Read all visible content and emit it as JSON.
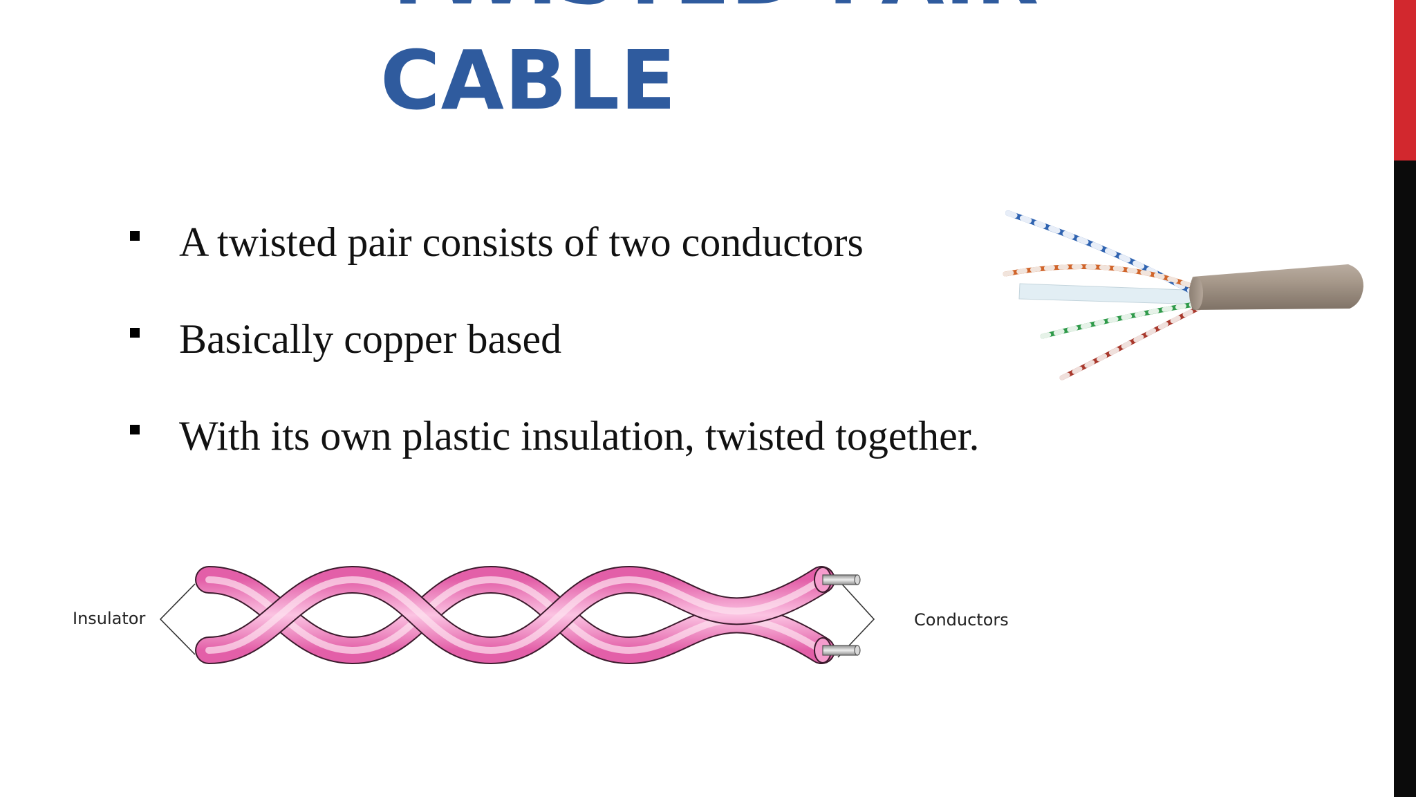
{
  "slide": {
    "title_lines": [
      "TWISTED PAIR",
      "CABLE"
    ],
    "bullets": [
      "A twisted pair consists of two conductors",
      "Basically copper based",
      "With its own plastic insulation, twisted together."
    ]
  },
  "diagram": {
    "left_label": "Insulator",
    "right_label": "Conductors"
  },
  "colors": {
    "title": "#2f5b9e",
    "right_bar": "#0b0b0b",
    "right_bar_accent": "#d2282e",
    "insulation": "#ee7fc0",
    "conductor": "#bcbcbc"
  }
}
